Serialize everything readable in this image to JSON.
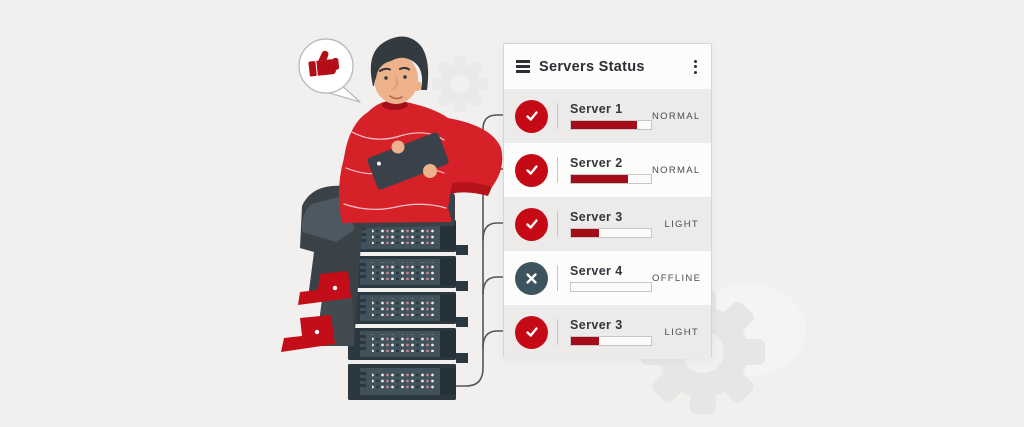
{
  "panel": {
    "title": "Servers Status",
    "menu_icon": "list-menu-icon",
    "more_icon": "kebab-vertical-icon",
    "rows": [
      {
        "name": "Server 1",
        "status": "NORMAL",
        "progress_pct": 83,
        "state": "ok",
        "icon": "check-icon"
      },
      {
        "name": "Server 2",
        "status": "NORMAL",
        "progress_pct": 71,
        "state": "ok",
        "icon": "check-icon"
      },
      {
        "name": "Server 3",
        "status": "LIGHT",
        "progress_pct": 35,
        "state": "ok",
        "icon": "check-icon"
      },
      {
        "name": "Server 4",
        "status": "OFFLINE",
        "progress_pct": 0,
        "state": "offline",
        "icon": "x-icon"
      },
      {
        "name": "Server 3",
        "status": "LIGHT",
        "progress_pct": 35,
        "state": "ok",
        "icon": "check-icon"
      }
    ]
  },
  "illustration": {
    "speech_bubble_icon": "thumbs-up-icon",
    "background_icons": [
      "gear-icon",
      "gear-icon"
    ],
    "server_units": 5,
    "connector_lines": 5
  },
  "colors": {
    "background": "#f1f0ee",
    "accent_red": "#c50a16",
    "sweater_red": "#d62129",
    "bar_red": "#a40c17",
    "offline_slate": "#3d545f",
    "server_dark": "#2c3840",
    "server_face": "#42525c",
    "panel_bg": "#fcfcfb",
    "row_alt_bg": "#edebe9",
    "text_dark": "#2d2d35",
    "connector_gray": "#55565a"
  }
}
